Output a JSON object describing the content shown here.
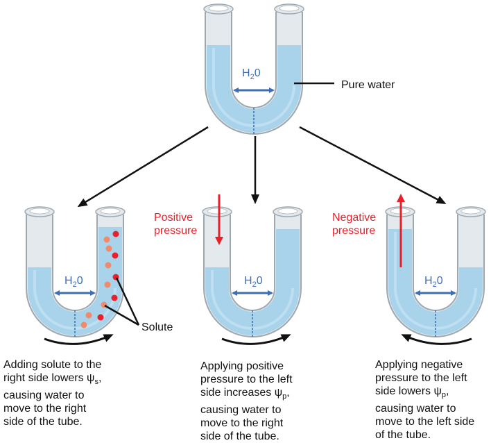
{
  "top_tube": {
    "h2o_label": "H",
    "h2o_sub": "2",
    "h2o_tail": "0",
    "callout": "Pure water"
  },
  "left_tube": {
    "h2o_label": "H",
    "h2o_sub": "2",
    "h2o_tail": "0",
    "callout": "Solute",
    "caption": [
      "Adding solute to the",
      "right side lowers ψ",
      "s",
      ",",
      "causing water to",
      "move to the right",
      "side of the tube."
    ]
  },
  "middle_tube": {
    "h2o_label": "H",
    "h2o_sub": "2",
    "h2o_tail": "0",
    "pressure_label": [
      "Positive",
      "pressure"
    ],
    "caption": [
      "Applying positive",
      "pressure to the left",
      "side increases ψ",
      "p",
      ",",
      "causing water to",
      "move to the right",
      "side of the tube."
    ]
  },
  "right_tube": {
    "h2o_label": "H",
    "h2o_sub": "2",
    "h2o_tail": "0",
    "pressure_label": [
      "Negative",
      "pressure"
    ],
    "caption": [
      "Applying negative",
      "pressure to the left",
      "side lowers ψ",
      "p",
      ",",
      "causing water to",
      "move to the left side",
      "of the tube."
    ]
  },
  "colors": {
    "water": "#a8d3ea",
    "arrow_blue": "#3d6db5",
    "pressure_red": "#e8202a",
    "solute_light": "#f08a6a",
    "solute_dark": "#e8202a"
  }
}
